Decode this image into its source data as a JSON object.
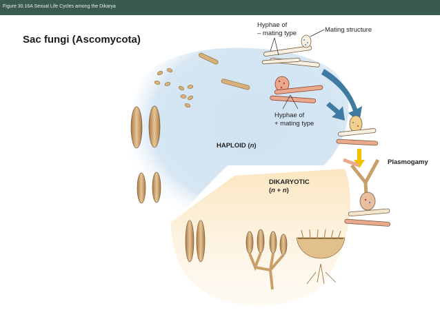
{
  "header": {
    "caption": "Figure 30.16A  Sexual Life Cycles among the Dikarya"
  },
  "title": "Sac fungi (Ascomycota)",
  "labels": {
    "hyphae_minus_line1": "Hyphae of",
    "hyphae_minus_line2": "– mating type",
    "mating_structure": "Mating structure",
    "hyphae_plus_line1": "Hyphae of",
    "hyphae_plus_line2": "+ mating type",
    "haploid_prefix": "HAPLOID (",
    "haploid_n": "n",
    "haploid_suffix": ")",
    "dikaryotic": "DIKARYOTIC",
    "dikaryotic_open": "(",
    "dikaryotic_n1": "n",
    "dikaryotic_plus": " + ",
    "dikaryotic_n2": "n",
    "dikaryotic_close": ")",
    "plasmogamy": "Plasmogamy"
  },
  "colors": {
    "header_bg": "#3a5a4e",
    "haploid_zone": "#d6e6f3",
    "dikaryotic_zone": "#fbe8c6",
    "arrow_blue": "#3f7aa3",
    "arrow_yellow": "#f2c200",
    "hypha_minus": "#f6f0e2",
    "hypha_plus": "#e9a98d",
    "spore": "#c9a06a"
  }
}
